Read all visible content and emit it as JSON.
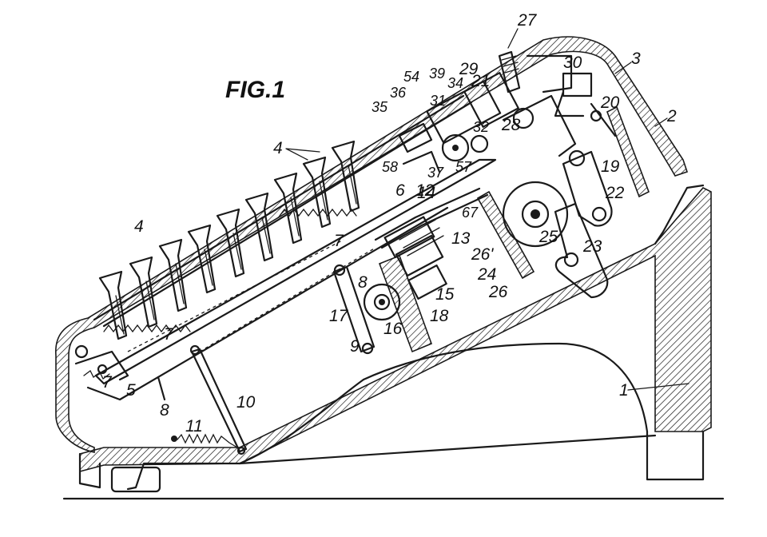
{
  "figure": {
    "title": "FIG.1"
  },
  "labels": {
    "l1": "1",
    "l2": "2",
    "l3": "3",
    "l4a": "4",
    "l4b": "4",
    "l5": "5",
    "l6": "6",
    "l7a": "7",
    "l7b": "7",
    "l7c": "7",
    "l8a": "8",
    "l8b": "8",
    "l9": "9",
    "l10": "10",
    "l11": "11",
    "l12": "12",
    "l13": "13",
    "l14": "14",
    "l15": "15",
    "l16": "16",
    "l17": "17",
    "l18": "18",
    "l19": "19",
    "l20": "20",
    "l21": "21",
    "l22": "22",
    "l23": "23",
    "l24": "24",
    "l25": "25",
    "l26": "26",
    "l26p": "26'",
    "l27": "27",
    "l28": "28",
    "l29": "29",
    "l30": "30",
    "l31": "31",
    "l32": "32",
    "l34": "34",
    "l35": "35",
    "l36": "36",
    "l37": "37",
    "l39": "39",
    "l54": "54",
    "l57": "57",
    "l58": "58",
    "l67": "67"
  }
}
